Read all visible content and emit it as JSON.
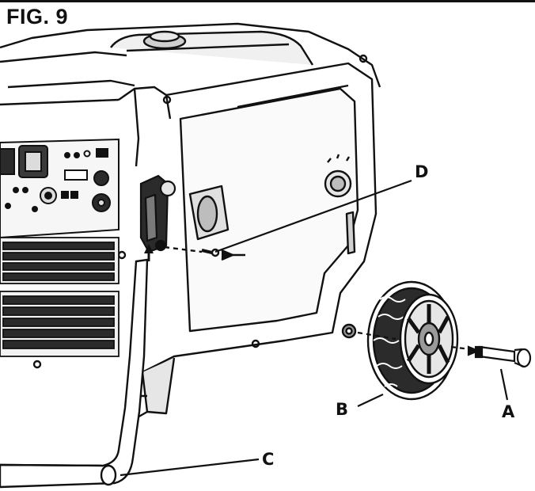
{
  "figure": {
    "title": "FIG. 9"
  },
  "callouts": {
    "a": "A",
    "b": "B",
    "c": "C",
    "d": "D"
  },
  "colors": {
    "ink": "#111111",
    "fill_dark": "#2b2b2b",
    "fill_mid": "#9a9a9a",
    "fill_light": "#e6e6e6"
  }
}
